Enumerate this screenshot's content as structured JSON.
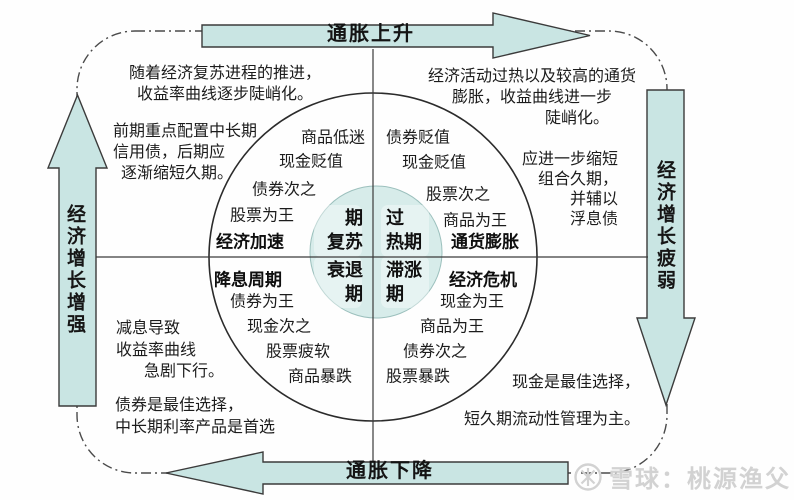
{
  "arrows": {
    "top": "通胀上升",
    "bottom": "通胀下降",
    "left": "经济增长增强",
    "right": "经济增长疲弱"
  },
  "clock": {
    "recovery": {
      "quadrant_line1": "期",
      "quadrant_line2": "复苏",
      "phase": "经济加速",
      "assets": [
        "商品低迷",
        "现金贬值",
        "债券次之",
        "股票为王"
      ]
    },
    "overheat": {
      "quadrant_line1": "过",
      "quadrant_line2": "热期",
      "phase": "通货膨胀",
      "assets": [
        "债券贬值",
        "现金贬值",
        "股票次之",
        "商品为王"
      ]
    },
    "recession": {
      "quadrant_line1": "衰退",
      "quadrant_line2": "期",
      "phase": "降息周期",
      "assets": [
        "债券为王",
        "现金次之",
        "股票疲软",
        "商品暴跌"
      ]
    },
    "stagflation": {
      "quadrant_line1": "滞涨",
      "quadrant_line2": "期",
      "phase": "经济危机",
      "assets": [
        "现金为王",
        "商品为王",
        "债券次之",
        "股票暴跌"
      ]
    }
  },
  "notes": {
    "recovery_strategy_1": [
      "随着经济复苏进程的推进，",
      "收益率曲线逐步陡峭化。"
    ],
    "recovery_strategy_2": [
      "前期重点配置中长期",
      "信用债，后期应",
      "逐渐缩短久期。"
    ],
    "overheat_strategy_1": [
      "经济活动过热以及较高的通货",
      "膨胀，收益曲线进一步",
      "陡峭化。"
    ],
    "overheat_strategy_2": [
      "应进一步缩短",
      "组合久期，",
      "并辅以",
      "浮息债"
    ],
    "recession_strategy_1": [
      "减息导致",
      "收益率曲线",
      "急剧下行。"
    ],
    "recession_strategy_2": [
      "债券是最佳选择，",
      "中长期利率产品是首选"
    ],
    "stagflation_strategy": [
      "现金是最佳选择，",
      "短久期流动性管理为主。"
    ]
  },
  "watermark": {
    "source": "雪球：桃源渔父"
  },
  "colors": {
    "arrow_fill": "#c9e5e3",
    "inner_circle_fill": "#d7ecea",
    "line": "#3b3b3b",
    "watermark": "#d2d2d2"
  }
}
